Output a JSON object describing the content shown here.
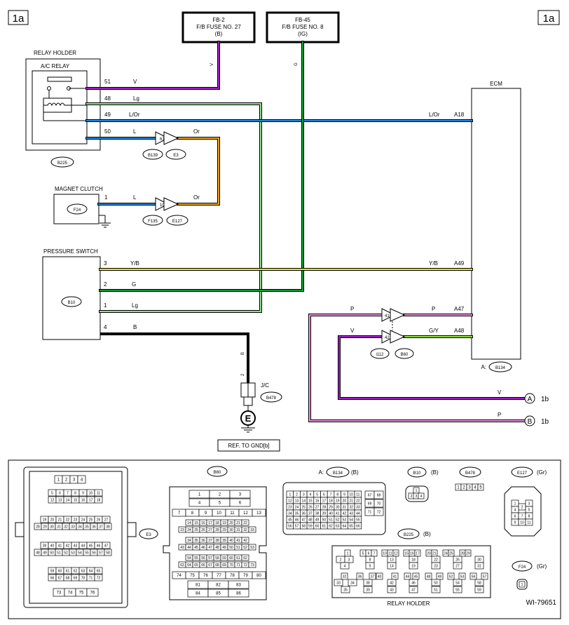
{
  "page_marker": "1a",
  "fuses": [
    {
      "lines": [
        "FB-2",
        "F/B FUSE NO. 27",
        "(B)"
      ]
    },
    {
      "lines": [
        "FB-45",
        "F/B FUSE NO. 8",
        "(IG)"
      ]
    }
  ],
  "relay_holder": {
    "title": "RELAY HOLDER",
    "relay": "A/C RELAY",
    "connector": "B225"
  },
  "magnet_clutch": {
    "title": "MAGNET CLUTCH",
    "connector": "F24"
  },
  "pressure_switch": {
    "title": "PRESSURE SWITCH",
    "connector": "B10"
  },
  "ecm": {
    "title": "ECM",
    "connector_label": "A:",
    "connector": "B134"
  },
  "joint": {
    "label": "J/C",
    "connector": "B478",
    "ground": "E",
    "ref": "REF. TO GND[b]"
  },
  "wires": [
    {
      "pin": "51",
      "code": "V",
      "color": "#a020c8"
    },
    {
      "pin": "48",
      "code": "Lg",
      "color": "#90e090"
    },
    {
      "pin": "49",
      "code": "L/Or",
      "code_right": "L/Or",
      "ecm_pin": "A18",
      "color": "#1e88e5"
    },
    {
      "pin": "50",
      "code": "L",
      "code_or": "Or",
      "color": "#1e88e5"
    },
    {
      "pin": "1",
      "code": "L",
      "code_or": "Or",
      "color": "#1e88e5"
    },
    {
      "pin": "3",
      "code": "Y/B",
      "code_right": "Y/B",
      "ecm_pin": "A49",
      "color": "#e8e800"
    },
    {
      "pin": "2",
      "code": "G",
      "color": "#10a030"
    },
    {
      "pin": "1",
      "code": "Lg",
      "color": "#90e090"
    },
    {
      "pin": "4",
      "code": "B",
      "color": "#000000"
    },
    {
      "code": "P",
      "code_right": "P",
      "ecm_pin": "A47",
      "color": "#f090e0"
    },
    {
      "code": "V",
      "code_right": "G/Y",
      "ecm_pin": "A48",
      "color": "#a020c8"
    }
  ],
  "wire_v_fuse": "V",
  "wire_g_fuse": "G",
  "wire_b_vertical": "B",
  "wire_b_pin": "2",
  "wire_or_color": "#f0a020",
  "wire_green_color": "#60d060",
  "connectors_inline": [
    {
      "pin": "67",
      "a": "B139",
      "b": "E3"
    },
    {
      "pin": "10",
      "a": "F135",
      "b": "E127"
    },
    {
      "pin_top": "41",
      "pin_bot": "42",
      "a": "i112",
      "b": "B60"
    }
  ],
  "outputs": [
    {
      "code": "V",
      "letter": "A",
      "ref": "1b"
    },
    {
      "code": "P",
      "letter": "B",
      "ref": "1b"
    }
  ],
  "bottom": {
    "E3": "E3",
    "B60": "B60",
    "B134_prefix": "A:",
    "B134": "B134",
    "B134_color": "(B)",
    "B10": "B10",
    "B10_color": "(B)",
    "B478": "B478",
    "E127": "E127",
    "E127_color": "(Gr)",
    "B225": "B225",
    "B225_color": "(B)",
    "F24": "F24",
    "F24_color": "(Gr)",
    "relay_holder": "RELAY HOLDER",
    "doc_id": "WI-79651",
    "e3_rows": [
      [
        "1",
        "2",
        "3",
        "4"
      ],
      [
        "5",
        "6",
        "7",
        "8",
        "9",
        "10",
        "11"
      ],
      [
        "12",
        "13",
        "14",
        "15",
        "16",
        "17",
        "18"
      ],
      [
        "19",
        "20",
        "21",
        "22",
        "23",
        "24",
        "25",
        "26",
        "27"
      ],
      [
        "28",
        "29",
        "30",
        "31",
        "32",
        "33",
        "34",
        "35",
        "36",
        "37",
        "38"
      ],
      [
        "39",
        "40",
        "41",
        "42",
        "43",
        "44",
        "45",
        "46",
        "47"
      ],
      [
        "48",
        "49",
        "50",
        "51",
        "52",
        "53",
        "54",
        "55",
        "56",
        "57",
        "58"
      ],
      [
        "59",
        "60",
        "61",
        "62",
        "63",
        "64",
        "65"
      ],
      [
        "66",
        "67",
        "68",
        "69",
        "70",
        "71",
        "72"
      ],
      [
        "73",
        "74",
        "75",
        "76"
      ]
    ],
    "b60_rows": [
      [
        "1",
        "2",
        "3"
      ],
      [
        "4",
        "5",
        "6"
      ],
      [
        "7",
        "8",
        "9",
        "10",
        "11",
        "12",
        "13"
      ],
      [
        "14",
        "15",
        "16",
        "17",
        "18",
        "19",
        "20",
        "21",
        "22"
      ],
      [
        "23",
        "24",
        "25",
        "26",
        "27",
        "28",
        "29",
        "30",
        "31",
        "32",
        "33"
      ],
      [
        "34",
        "35",
        "36",
        "37",
        "38",
        "39",
        "40",
        "41",
        "42"
      ],
      [
        "43",
        "44",
        "45",
        "46",
        "47",
        "48",
        "49",
        "50",
        "51",
        "52",
        "53"
      ],
      [
        "54",
        "55",
        "56",
        "57",
        "58",
        "59",
        "60",
        "61",
        "62"
      ],
      [
        "63",
        "64",
        "65",
        "66",
        "67",
        "68",
        "69",
        "70",
        "71",
        "72",
        "73"
      ],
      [
        "74",
        "75",
        "76",
        "77",
        "78",
        "79",
        "80"
      ],
      [
        "81",
        "82",
        "83"
      ],
      [
        "84",
        "85",
        "86"
      ]
    ],
    "b134_rows": [
      [
        "1",
        "2",
        "3",
        "4",
        "5",
        "6",
        "7",
        "8",
        "9",
        "10",
        "11"
      ],
      [
        "12",
        "13",
        "14",
        "15",
        "16",
        "17",
        "18",
        "19",
        "20",
        "21",
        "22"
      ],
      [
        "23",
        "24",
        "25",
        "26",
        "27",
        "28",
        "29",
        "30",
        "31",
        "32",
        "33"
      ],
      [
        "34",
        "35",
        "36",
        "37",
        "38",
        "39",
        "40",
        "41",
        "42",
        "43",
        "44"
      ],
      [
        "45",
        "46",
        "47",
        "48",
        "49",
        "50",
        "51",
        "52",
        "53",
        "54",
        "55"
      ],
      [
        "56",
        "57",
        "58",
        "59",
        "60",
        "61",
        "62",
        "63",
        "64",
        "65",
        "66"
      ]
    ],
    "b134_side": [
      "67",
      "68",
      "69",
      "70",
      "71",
      "72"
    ],
    "b10_pins": [
      "1",
      "2",
      "3",
      "4"
    ],
    "b478_pins": [
      "1",
      "2",
      "3",
      "4",
      "5"
    ],
    "e127_pins": [
      "1",
      "2",
      "3",
      "4",
      "5",
      "6",
      "7",
      "8",
      "9",
      "10",
      "11"
    ],
    "b225_rows": [
      [
        "1",
        "5",
        "6",
        "7",
        "10",
        "11",
        "12",
        "15",
        "16",
        "17",
        "20",
        "21",
        "24",
        "25",
        "28",
        "29"
      ],
      [
        "2",
        "3",
        "8",
        "13",
        "18",
        "22",
        "26",
        "30"
      ],
      [
        "4",
        "9",
        "14",
        "19",
        "23",
        "27",
        "31"
      ],
      [
        "32",
        "36",
        "37",
        "40",
        "41",
        "44",
        "45",
        "48",
        "49",
        "52",
        "53",
        "56",
        "57"
      ],
      [
        "33",
        "34",
        "38",
        "42",
        "46",
        "50",
        "54",
        "58"
      ],
      [
        "35",
        "39",
        "43",
        "47",
        "51",
        "55",
        "59"
      ]
    ],
    "f24_pins": [
      "1"
    ]
  }
}
